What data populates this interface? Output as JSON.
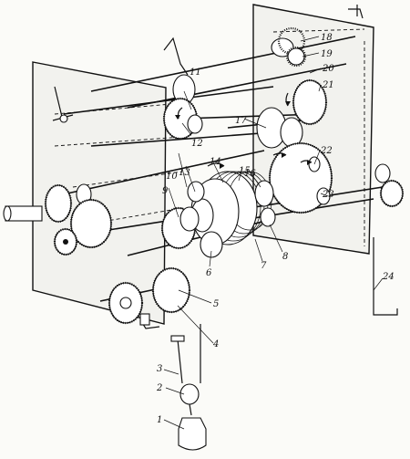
{
  "figure": {
    "labels": [
      "1",
      "2",
      "3",
      "4",
      "5",
      "6",
      "7",
      "8",
      "9",
      "10",
      "11",
      "12",
      "13",
      "14",
      "15",
      "16",
      "17",
      "18",
      "19",
      "20",
      "21",
      "22",
      "23",
      "24"
    ]
  }
}
